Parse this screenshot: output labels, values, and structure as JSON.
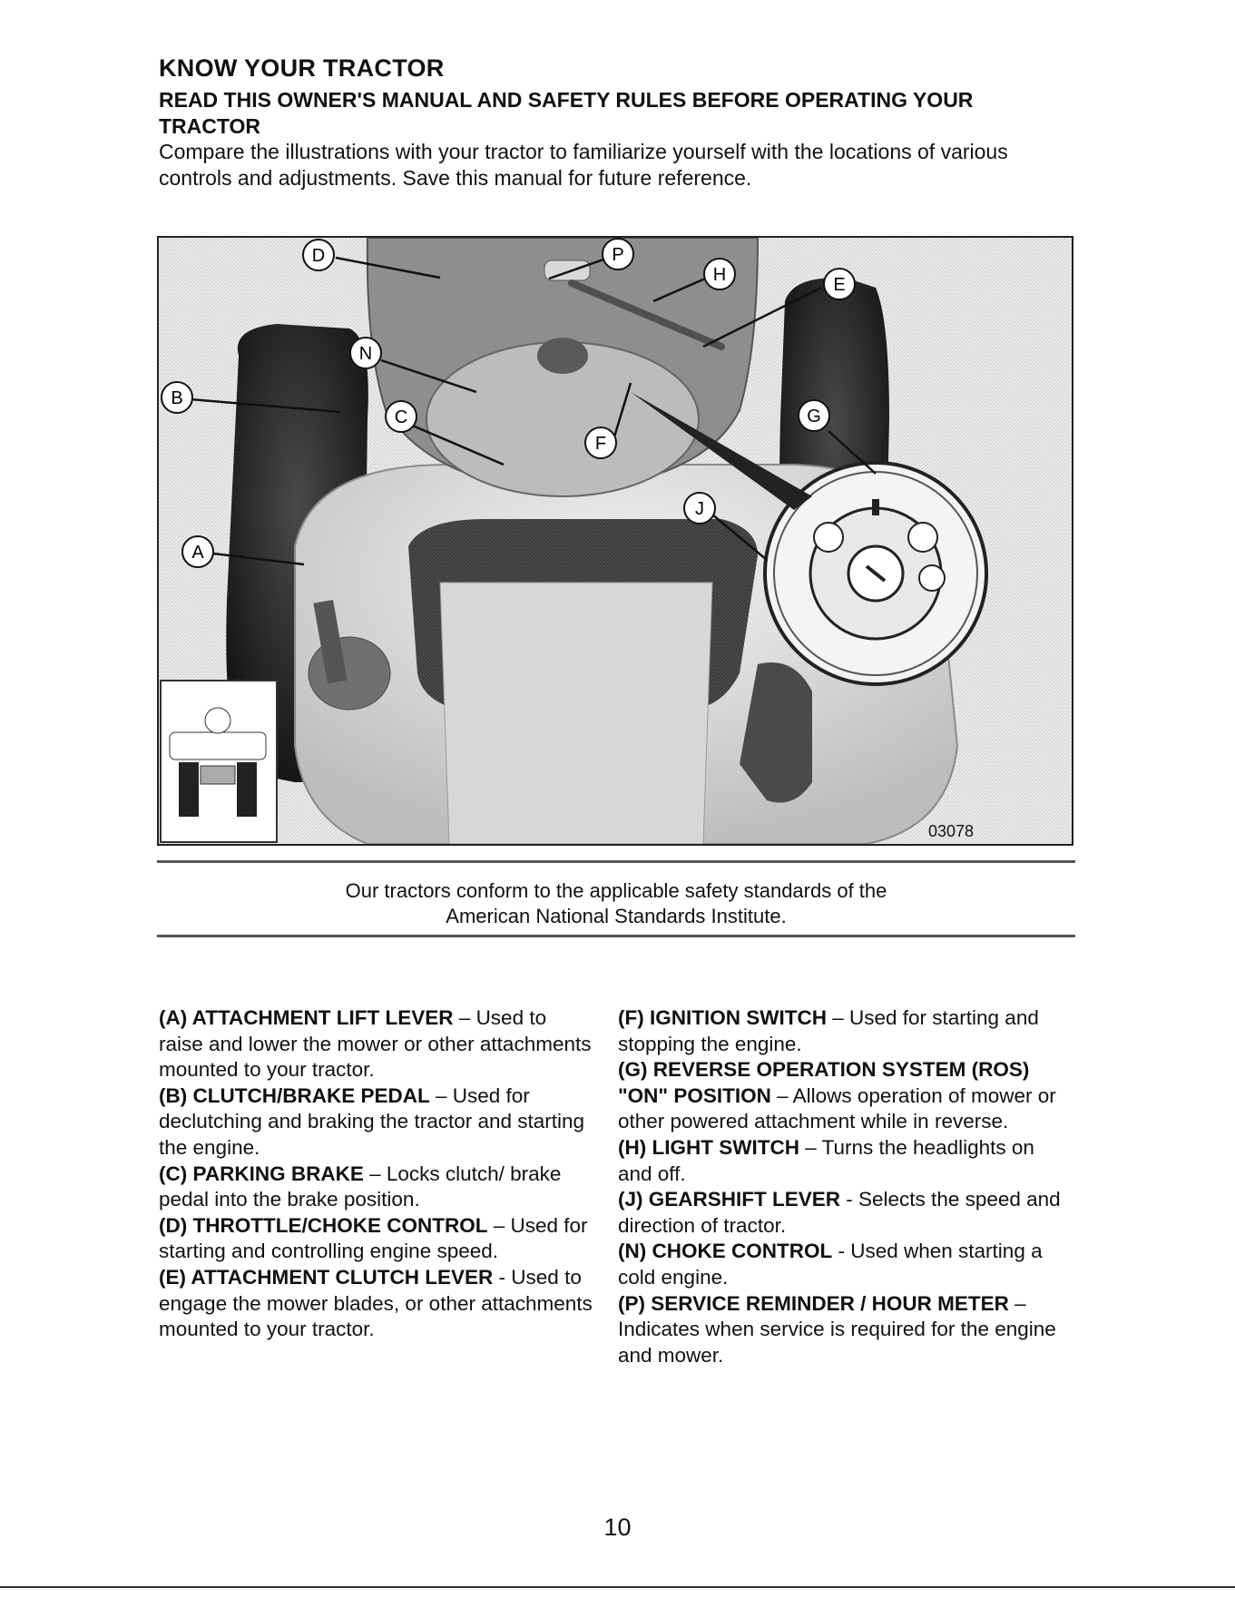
{
  "header": {
    "title": "KNOW YOUR TRACTOR",
    "subtitle": "READ THIS OWNER'S MANUAL AND SAFETY RULES BEFORE OPERATING YOUR TRACTOR",
    "intro": "Compare the illustrations with your tractor to familiarize yourself with the locations of various controls and adjustments.  Save this manual for future reference."
  },
  "figure": {
    "code": "03078",
    "callouts": [
      "D",
      "P",
      "H",
      "E",
      "N",
      "B",
      "C",
      "G",
      "F",
      "J",
      "A"
    ]
  },
  "conformance": {
    "line1": "Our tractors conform to the applicable safety standards of the",
    "line2": "American National Standards Institute."
  },
  "descriptions": {
    "left": [
      {
        "label": "(A) ATTACHMENT LIFT LEVER",
        "text": " – Used to raise and lower the mower or other attachments mounted to your tractor."
      },
      {
        "label": "(B) CLUTCH/BRAKE PEDAL",
        "text": " – Used for declutching and braking the tractor and starting the engine."
      },
      {
        "label": "(C) PARKING BRAKE",
        "text": " – Locks clutch/ brake pedal into the brake position."
      },
      {
        "label": "(D) THROTTLE/CHOKE CONTROL",
        "text": " – Used for starting and controlling engine speed."
      },
      {
        "label": "(E) ATTACHMENT CLUTCH LEVER",
        "text": " - Used to engage the mower blades, or other attachments mounted to your tractor."
      }
    ],
    "right": [
      {
        "label": "(F) IGNITION SWITCH",
        "text": " – Used for starting and stopping the engine."
      },
      {
        "label": "(G) REVERSE OPERATION SYSTEM (ROS) \"ON\" POSITION",
        "text": " – Allows operation of mower or other powered attachment while in reverse."
      },
      {
        "label": "(H) LIGHT SWITCH",
        "text": " – Turns the headlights on and off."
      },
      {
        "label": "(J) GEARSHIFT LEVER",
        "text": " - Selects the speed and direction of tractor."
      },
      {
        "label": "(N) CHOKE CONTROL",
        "text": " - Used when starting a cold engine."
      },
      {
        "label": "(P) SERVICE REMINDER / HOUR METER",
        "text": " – Indicates when service is required for the engine and mower."
      }
    ]
  },
  "page_number": "10",
  "colors": {
    "ink": "#111111",
    "figure_dark": "#2a2a2a",
    "figure_mid": "#9a9a9a",
    "figure_light": "#e4e4e4"
  }
}
